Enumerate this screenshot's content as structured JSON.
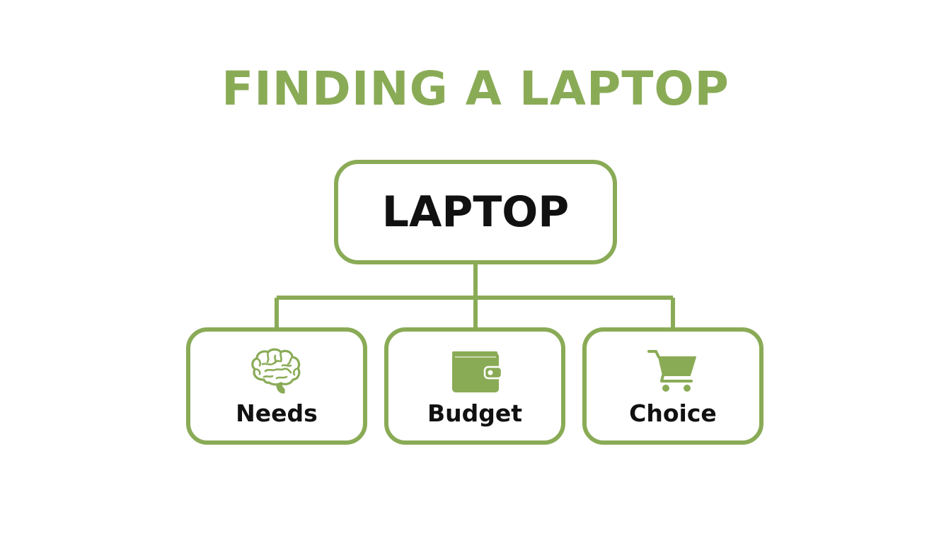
{
  "title": "FINDING A LAPTOP",
  "accent_color": "#8aab56",
  "text_color": "#111111",
  "root": {
    "label": "LAPTOP"
  },
  "children": [
    {
      "label": "Needs",
      "icon": "brain-icon"
    },
    {
      "label": "Budget",
      "icon": "wallet-icon"
    },
    {
      "label": "Choice",
      "icon": "shopping-cart-icon"
    }
  ]
}
